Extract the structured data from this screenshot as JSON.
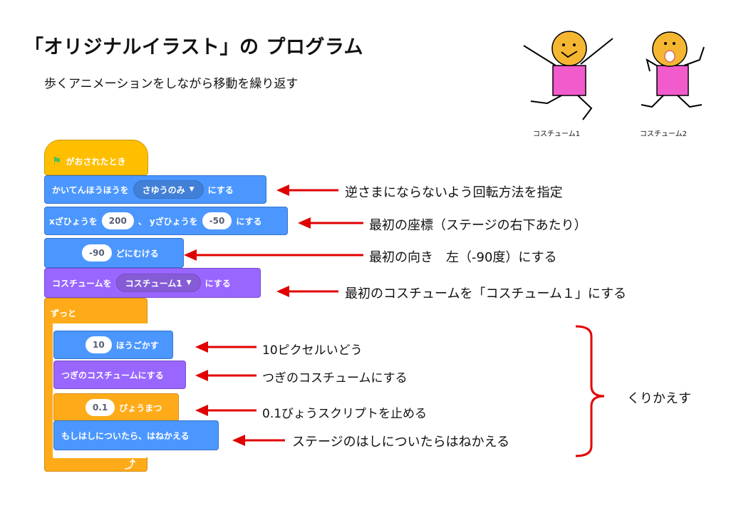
{
  "title": "「オリジナルイラスト」の プログラム",
  "subtitle": "歩くアニメーションをしながら移動を繰り返す",
  "costumes": [
    {
      "caption": "コスチューム1"
    },
    {
      "caption": "コスチューム2"
    }
  ],
  "blocks": {
    "hat": {
      "label": "がおされたとき",
      "icon": "green-flag-icon"
    },
    "rotation": {
      "label_before": "かいてんほうほうを",
      "dropdown": "さゆうのみ",
      "label_after": "にする"
    },
    "goto": {
      "label_x": "xざひょうを",
      "x": "200",
      "sep": "、",
      "label_y": "yざひょうを",
      "y": "-50",
      "label_after": "にする"
    },
    "direction": {
      "value": "-90",
      "label": "どにむける"
    },
    "costume": {
      "label_before": "コスチュームを",
      "dropdown": "コスチューム1",
      "label_after": "にする"
    },
    "forever": {
      "label": "ずっと",
      "icon": "loop-arrow-icon"
    },
    "move": {
      "value": "10",
      "label": "ほうごかす"
    },
    "next_costume": {
      "label": "つぎのコスチュームにする"
    },
    "wait": {
      "value": "0.1",
      "label": "びょうまつ"
    },
    "bounce": {
      "label": "もしはしについたら、はねかえる"
    }
  },
  "annotations": {
    "rotation": "逆さまにならないよう回転方法を指定",
    "goto": "最初の座標（ステージの右下あたり）",
    "direction": "最初の向き　左（-90度）にする",
    "costume": "最初のコスチュームを「コスチューム１」にする",
    "move": "10ピクセルいどう",
    "next_costume": "つぎのコスチュームにする",
    "wait": "0.1びょうスクリプトを止める",
    "bounce": "ステージのはしについたらはねかえる",
    "loop": "くりかえす"
  },
  "colors": {
    "motion": "#4c97ff",
    "looks": "#9966ff",
    "events": "#ffbf00",
    "control": "#ffab19",
    "arrow": "#e00000",
    "figure_face": "#f5b731",
    "figure_shirt": "#f25bcc"
  }
}
